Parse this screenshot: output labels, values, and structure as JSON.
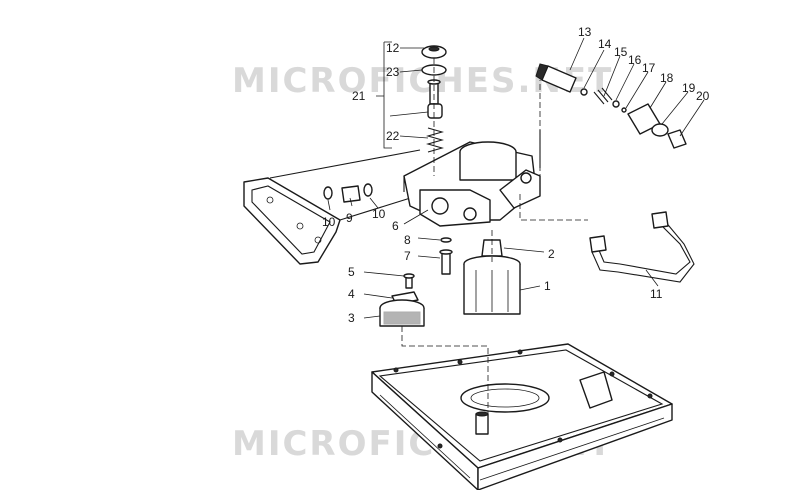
{
  "watermark": {
    "text_top": "MICROFICHES.NET",
    "text_bottom": "MICROFICHES.NET"
  },
  "callouts": {
    "c1": "1",
    "c2": "2",
    "c3": "3",
    "c4": "4",
    "c5": "5",
    "c6": "6",
    "c7": "7",
    "c8": "8",
    "c9": "9",
    "c10a": "10",
    "c10b": "10",
    "c11": "11",
    "c12": "12",
    "c13": "13",
    "c14": "14",
    "c15": "15",
    "c16": "16",
    "c17": "17",
    "c18": "18",
    "c19": "19",
    "c20": "20",
    "c21": "21",
    "c22": "22",
    "c23": "23"
  }
}
